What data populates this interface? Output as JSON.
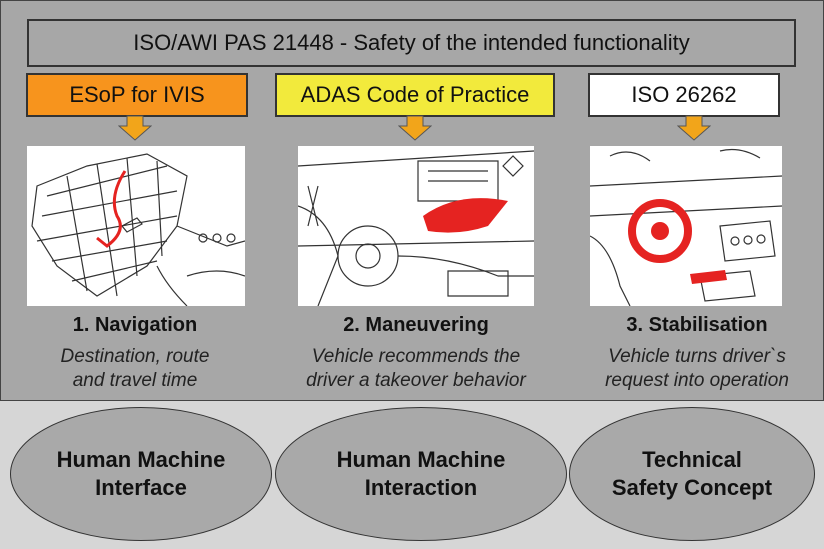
{
  "title": "ISO/AWI PAS 21448 - Safety of the intended functionality",
  "standards": [
    {
      "label": "ESoP for IVIS",
      "color": "#f7941d"
    },
    {
      "label": "ADAS Code of Practice",
      "color": "#f2ea3c"
    },
    {
      "label": "ISO 26262",
      "color": "#ffffff"
    }
  ],
  "arrow_color": "#f2a51a",
  "highlight_color": "#e52321",
  "columns": [
    {
      "title": "1. Navigation",
      "desc_line1": "Destination, route",
      "desc_line2": "and travel time"
    },
    {
      "title": "2. Maneuvering",
      "desc_line1": "Vehicle recommends the",
      "desc_line2": "driver a takeover behavior"
    },
    {
      "title": "3. Stabilisation",
      "desc_line1": "Vehicle turns driver`s",
      "desc_line2": "request into operation"
    }
  ],
  "concepts": [
    {
      "label": "Human  Machine\nInterface"
    },
    {
      "label": "Human  Machine\nInteraction"
    },
    {
      "label": "Technical\nSafety Concept"
    }
  ]
}
